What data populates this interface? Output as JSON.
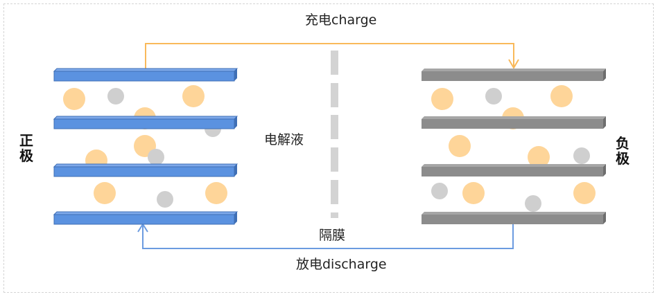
{
  "diagram": {
    "title_charge": "充电charge",
    "title_discharge": "放电discharge",
    "electrolyte_label": "电解液",
    "separator_label": "隔膜",
    "positive_pole_label": "正极",
    "negative_pole_label": "负极",
    "colors": {
      "positive_plate": "#5b92e0",
      "positive_plate_edge": "#3f6fb5",
      "negative_plate": "#8c8c8c",
      "negative_plate_edge": "#6e6e6e",
      "lithium_ion": "#fed599",
      "electron_or_anion": "#cfcfcf",
      "charge_arrow": "#f9b95a",
      "discharge_arrow": "#6b9be0",
      "separator": "#d3d3d3"
    }
  }
}
